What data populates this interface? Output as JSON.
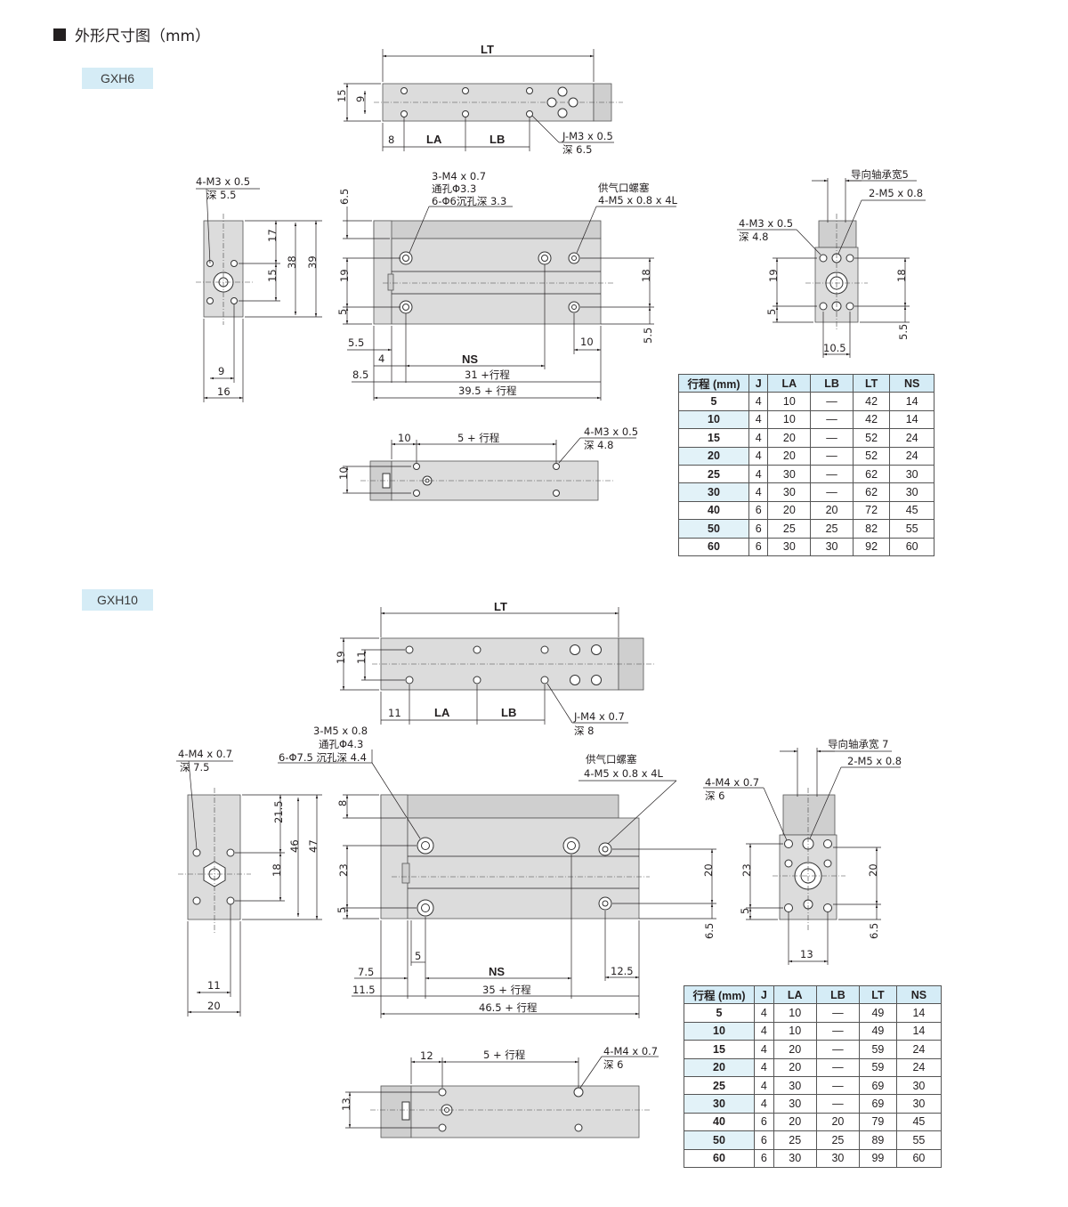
{
  "header": {
    "title": "外形尺寸图（mm）"
  },
  "models": [
    {
      "name": "GXH6",
      "labels": {
        "top": {
          "LT": "LT",
          "d15": "15",
          "d9": "9",
          "d8": "8",
          "LA": "LA",
          "LB": "LB",
          "jthread": "J-M3 x 0.5",
          "jdepth": "深 6.5"
        },
        "side": {
          "thread": "4-M3 x 0.5",
          "depth": "深 5.5",
          "d17": "17",
          "d15": "15",
          "d38": "38",
          "d39": "39",
          "d9": "9",
          "d16": "16"
        },
        "front": {
          "holes1": "3-M4 x 0.7",
          "holes2": "通孔Φ3.3",
          "holes3": "6-Φ6沉孔深 3.3",
          "port1": "供气口螺塞",
          "port2": "4-M5 x 0.8 x 4L",
          "d6_5": "6.5",
          "d19": "19",
          "d5": "5",
          "d18": "18",
          "d5_5r": "5.5",
          "d5_5": "5.5",
          "d4": "4",
          "NS": "NS",
          "d10": "10",
          "d8_5": "8.5",
          "d31": "31 +行程",
          "d39_5": "39.5 + 行程"
        },
        "end": {
          "guide": "导向轴承宽5",
          "thread2": "2-M5 x 0.8",
          "thread4": "4-M3 x 0.5",
          "depth": "深 4.8",
          "d19": "19",
          "d5": "5",
          "d18": "18",
          "d5_5": "5.5",
          "d10_5": "10.5"
        },
        "bottom": {
          "d10a": "10",
          "stroke": "5 + 行程",
          "thread": "4-M3 x 0.5",
          "depth": "深 4.8",
          "d10b": "10"
        }
      },
      "table": {
        "headers": [
          "行程 (mm)",
          "J",
          "LA",
          "LB",
          "LT",
          "NS"
        ],
        "rows": [
          [
            "5",
            "4",
            "10",
            "—",
            "42",
            "14"
          ],
          [
            "10",
            "4",
            "10",
            "—",
            "42",
            "14"
          ],
          [
            "15",
            "4",
            "20",
            "—",
            "52",
            "24"
          ],
          [
            "20",
            "4",
            "20",
            "—",
            "52",
            "24"
          ],
          [
            "25",
            "4",
            "30",
            "—",
            "62",
            "30"
          ],
          [
            "30",
            "4",
            "30",
            "—",
            "62",
            "30"
          ],
          [
            "40",
            "6",
            "20",
            "20",
            "72",
            "45"
          ],
          [
            "50",
            "6",
            "25",
            "25",
            "82",
            "55"
          ],
          [
            "60",
            "6",
            "30",
            "30",
            "92",
            "60"
          ]
        ]
      }
    },
    {
      "name": "GXH10",
      "labels": {
        "top": {
          "LT": "LT",
          "d19": "19",
          "d11": "11",
          "d11b": "11",
          "LA": "LA",
          "LB": "LB",
          "jthread": "J-M4 x 0.7",
          "jdepth": "深 8"
        },
        "side": {
          "thread": "4-M4 x 0.7",
          "depth": "深 7.5",
          "d21_5": "21.5",
          "d18": "18",
          "d46": "46",
          "d47": "47",
          "d11": "11",
          "d20": "20"
        },
        "front": {
          "holes1": "3-M5 x 0.8",
          "holes2": "通孔Φ4.3",
          "holes3": "6-Φ7.5 沉孔深 4.4",
          "port1": "供气口螺塞",
          "port2": "4-M5 x 0.8 x 4L",
          "d8": "8",
          "d23": "23",
          "d5": "5",
          "d20": "20",
          "d6_5": "6.5",
          "d7_5": "7.5",
          "d5b": "5",
          "NS": "NS",
          "d12_5": "12.5",
          "d11_5": "11.5",
          "d35": "35 + 行程",
          "d46_5": "46.5 + 行程"
        },
        "end": {
          "guide": "导向轴承宽 7",
          "thread2": "2-M5 x 0.8",
          "thread4": "4-M4 x 0.7",
          "depth": "深 6",
          "d23": "23",
          "d5": "5",
          "d20": "20",
          "d6_5": "6.5",
          "d13": "13"
        },
        "bottom": {
          "d12": "12",
          "stroke": "5 + 行程",
          "thread": "4-M4 x 0.7",
          "depth": "深 6",
          "d13": "13"
        }
      },
      "table": {
        "headers": [
          "行程 (mm)",
          "J",
          "LA",
          "LB",
          "LT",
          "NS"
        ],
        "rows": [
          [
            "5",
            "4",
            "10",
            "—",
            "49",
            "14"
          ],
          [
            "10",
            "4",
            "10",
            "—",
            "49",
            "14"
          ],
          [
            "15",
            "4",
            "20",
            "—",
            "59",
            "24"
          ],
          [
            "20",
            "4",
            "20",
            "—",
            "59",
            "24"
          ],
          [
            "25",
            "4",
            "30",
            "—",
            "69",
            "30"
          ],
          [
            "30",
            "4",
            "30",
            "—",
            "69",
            "30"
          ],
          [
            "40",
            "6",
            "20",
            "20",
            "79",
            "45"
          ],
          [
            "50",
            "6",
            "25",
            "25",
            "89",
            "55"
          ],
          [
            "60",
            "6",
            "30",
            "30",
            "99",
            "60"
          ]
        ]
      }
    }
  ]
}
